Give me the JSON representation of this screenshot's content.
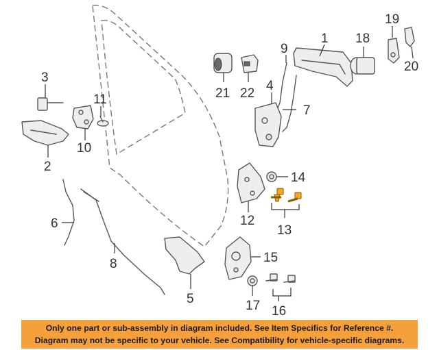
{
  "callouts": {
    "c1": "1",
    "c2": "2",
    "c3": "3",
    "c4": "4",
    "c5": "5",
    "c6": "6",
    "c7": "7",
    "c8": "8",
    "c9": "9",
    "c10": "10",
    "c11": "11",
    "c12": "12",
    "c13": "13",
    "c14": "14",
    "c15": "15",
    "c16": "16",
    "c17": "17",
    "c18": "18",
    "c19": "19",
    "c20": "20",
    "c21": "21",
    "c22": "22"
  },
  "banner": {
    "line1": "Only one part or sub-assembly in diagram included. See Item Specifics for Reference #.",
    "line2": "Diagram may not be specific to your vehicle. See Compatibility for vehicle-specific diagrams."
  },
  "colors": {
    "banner": "#f6a03c",
    "highlight_part": "#f5a623"
  }
}
